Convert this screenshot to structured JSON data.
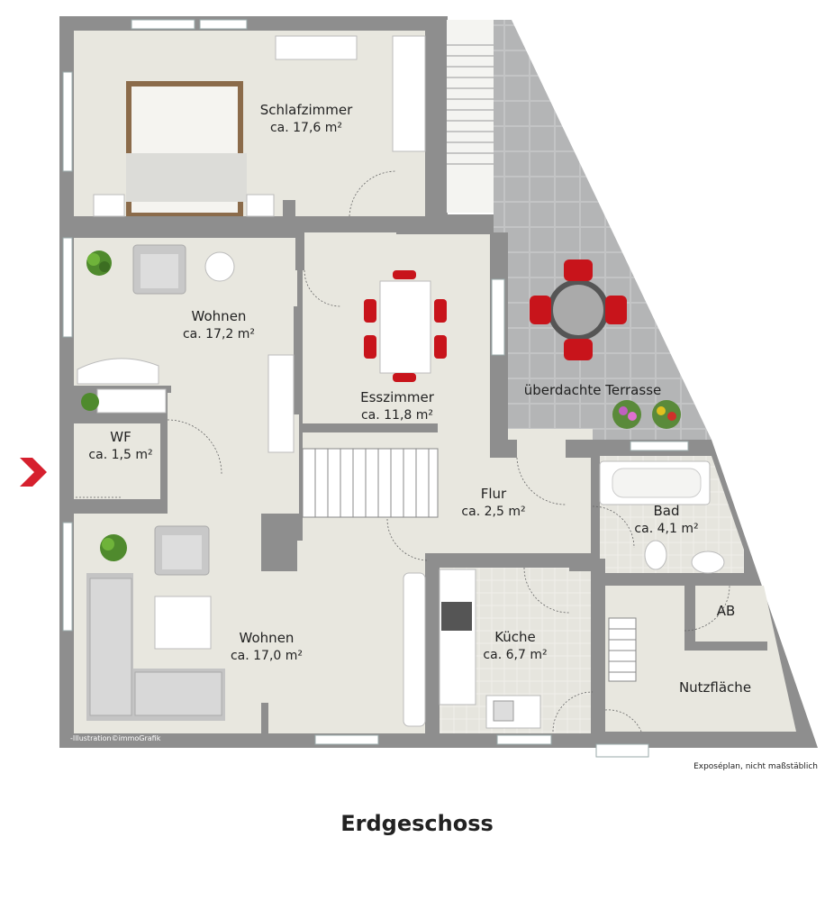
{
  "plan": {
    "rooms": [
      {
        "id": "schlafzimmer",
        "name": "Schlafzimmer",
        "area": "ca. 17,6 m²"
      },
      {
        "id": "wohnen-oben",
        "name": "Wohnen",
        "area": "ca. 17,2 m²"
      },
      {
        "id": "esszimmer",
        "name": "Esszimmer",
        "area": "ca. 11,8 m²"
      },
      {
        "id": "terrasse",
        "name": "überdachte Terrasse",
        "area": ""
      },
      {
        "id": "wf",
        "name": "WF",
        "area": "ca. 1,5 m²"
      },
      {
        "id": "flur",
        "name": "Flur",
        "area": "ca. 2,5 m²"
      },
      {
        "id": "bad",
        "name": "Bad",
        "area": "ca. 4,1 m²"
      },
      {
        "id": "wohnen-unten",
        "name": "Wohnen",
        "area": "ca. 17,0 m²"
      },
      {
        "id": "kueche",
        "name": "Küche",
        "area": "ca. 6,7 m²"
      },
      {
        "id": "ab",
        "name": "AB",
        "area": ""
      },
      {
        "id": "nutzflaeche",
        "name": "Nutzfläche",
        "area": ""
      }
    ],
    "credit": "-Illustration©immoGrafik",
    "scale_note": "Exposéplan, nicht maßstäblich",
    "floor_title": "Erdgeschoss",
    "colors": {
      "wall": "#8e8e8e",
      "floor": "#e8e7df",
      "terrace": "#b9babb",
      "entrance_arrow": "#d6202e",
      "chair_red": "#c8141b"
    }
  }
}
